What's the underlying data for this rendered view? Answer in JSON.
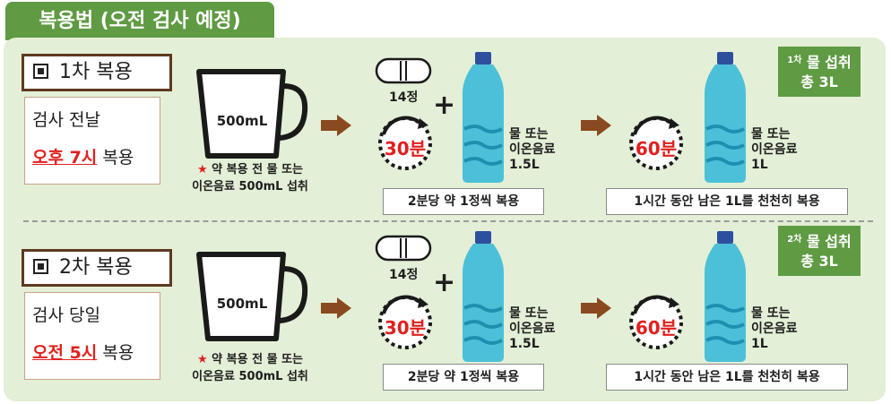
{
  "title": "복용법 (오전 검사 예정)",
  "colors": {
    "accent_green": "#5f9b43",
    "panel_bg": "#e3efd6",
    "highlight_red": "#e0201e",
    "arrow_brown": "#8a4a1f"
  },
  "doses": [
    {
      "heading": "1차 복용",
      "day": "검사 전날",
      "time": "오후 7시",
      "time_suffix": "복용",
      "cup_label": "500mL",
      "note_line1": "약 복용 전 물 또는",
      "note_line2": "이온음료 500mL 섭취",
      "pill_count": "14정",
      "timer1": "30분",
      "water1_lines": [
        "물 또는",
        "이온음료",
        "1.5L"
      ],
      "step1": "2분당 약 1정씩 복용",
      "timer2": "60분",
      "water2_lines": [
        "물 또는",
        "이온음료",
        "1L"
      ],
      "step2": "1시간 동안 남은 1L를 천천히 복용",
      "total_sup": "1차",
      "total_line1": "물 섭취",
      "total_line2": "총 3L"
    },
    {
      "heading": "2차 복용",
      "day": "검사 당일",
      "time": "오전 5시",
      "time_suffix": "복용",
      "cup_label": "500mL",
      "note_line1": "약 복용 전 물 또는",
      "note_line2": "이온음료 500mL 섭취",
      "pill_count": "14정",
      "timer1": "30분",
      "water1_lines": [
        "물 또는",
        "이온음료",
        "1.5L"
      ],
      "step1": "2분당 약 1정씩 복용",
      "timer2": "60분",
      "water2_lines": [
        "물 또는",
        "이온음료",
        "1L"
      ],
      "step2": "1시간 동안 남은 1L를 천천히 복용",
      "total_sup": "2차",
      "total_line1": "물 섭취",
      "total_line2": "총 3L"
    }
  ],
  "icons": [
    "checkbox-icon",
    "cup-icon",
    "arrow-right-icon",
    "pill-icon",
    "timer-icon",
    "water-bottle-icon",
    "star-icon"
  ]
}
